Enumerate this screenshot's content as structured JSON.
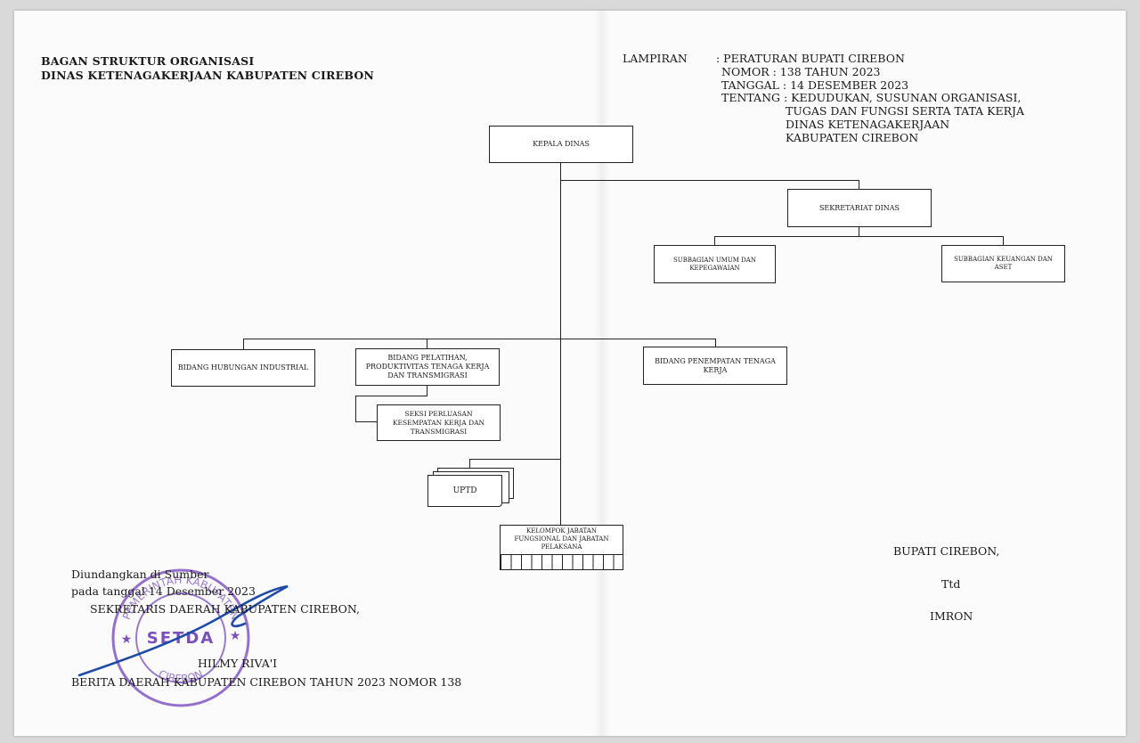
{
  "document": {
    "title_line1": "BAGAN STRUKTUR ORGANISASI",
    "title_line2": "DINAS KETENAGAKERJAAN KABUPATEN CIREBON"
  },
  "header": {
    "lampiran_label": "LAMPIRAN",
    "lines": [
      ": PERATURAN BUPATI CIREBON",
      "NOMOR   : 138 TAHUN 2023",
      "TANGGAL : 14 DESEMBER 2023",
      "TENTANG : KEDUDUKAN, SUSUNAN ORGANISASI,",
      "TUGAS DAN FUNGSI SERTA TATA KERJA",
      "DINAS KETENAGAKERJAAN",
      "KABUPATEN CIREBON"
    ]
  },
  "org": {
    "kepala": "KEPALA DINAS",
    "sekretariat": "SEKRETARIAT DINAS",
    "subbag_umum": "SUBBAGIAN UMUM DAN KEPEGAWAIAN",
    "subbag_keuangan": "SUBBAGIAN KEUANGAN DAN ASET",
    "bidang_hi": "BIDANG HUBUNGAN INDUSTRIAL",
    "bidang_pelatihan": "BIDANG PELATIHAN, PRODUKTIVITAS TENAGA KERJA DAN TRANSMIGRASI",
    "bidang_penempatan": "BIDANG PENEMPATAN TENAGA KERJA",
    "seksi": "SEKSI PERLUASAN KESEMPATAN KERJA DAN TRANSMIGRASI",
    "uptd": "UPTD",
    "kelompok": "KELOMPOK JABATAN FUNGSIONAL DAN JABATAN PELAKSANA"
  },
  "footer_left": {
    "line1": "Diundangkan di Sumber",
    "line2": "pada tanggal 14 Desember 2023",
    "line3": "SEKRETARIS DAERAH KABUPATEN CIREBON,",
    "name": "HILMY RIVA'I",
    "berita": "BERITA DAERAH KABUPATEN CIREBON TAHUN 2023 NOMOR 138"
  },
  "stamp": {
    "center": "SETDA",
    "ring_top": "PEMERINTAH KABUPATEN",
    "ring_bottom": "CIREBON"
  },
  "footer_right": {
    "title": "BUPATI CIREBON,",
    "ttd": "Ttd",
    "name": "IMRON"
  },
  "colors": {
    "stamp": "#7a4fc0",
    "signature": "#1f4aa8",
    "ink": "#1a1a1a"
  }
}
